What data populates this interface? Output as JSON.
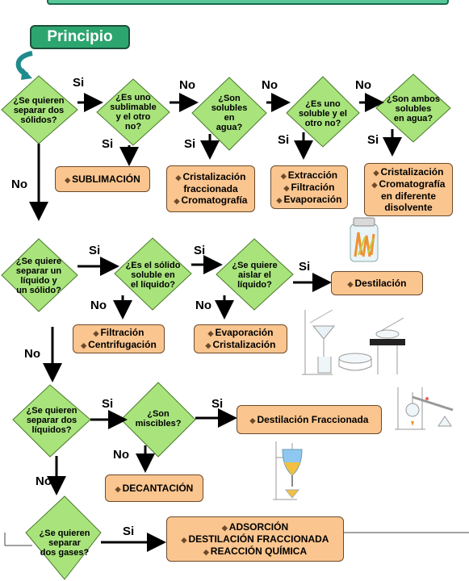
{
  "start_label": "Principio",
  "yes": "Si",
  "no": "No",
  "decisions": {
    "q1": [
      "¿Se quieren",
      "separar dos",
      "sólidos?"
    ],
    "q2": [
      "¿Es uno",
      "sublimable",
      "y el otro",
      "no?"
    ],
    "q3": [
      "¿Son",
      "solubles",
      "en",
      "agua?"
    ],
    "q4": [
      "¿Es uno",
      "soluble y el",
      "otro no?"
    ],
    "q5": [
      "¿Son ambos",
      "solubles",
      "en agua?"
    ],
    "q6": [
      "¿Se quiere",
      "separar un",
      "líquido y",
      "un sólido?"
    ],
    "q7": [
      "¿Es el sólido",
      "soluble en",
      "el líquido?"
    ],
    "q8": [
      "¿Se quiere",
      "aislar el",
      "líquido?"
    ],
    "q9": [
      "¿Se quieren",
      "separar dos",
      "líquidos?"
    ],
    "q10": [
      "¿Son",
      "miscibles?"
    ],
    "q11": [
      "¿Se quieren",
      "separar",
      "dos gases?"
    ]
  },
  "results": {
    "sublimacion": [
      "SUBLIMACIÓN"
    ],
    "cristalizacion_frac": [
      "Cristalización",
      "fraccionada",
      "Cromatografía"
    ],
    "extraccion": [
      "Extracción",
      "Filtración",
      "Evaporación"
    ],
    "cristal_cromat": [
      "Cristalización",
      "Cromatografía",
      "en diferente",
      "disolvente"
    ],
    "destilacion": [
      "Destilación"
    ],
    "filtracion": [
      "Filtración",
      "Centrifugación"
    ],
    "evaporacion": [
      "Evaporación",
      "Cristalización"
    ],
    "dest_fraccionada": [
      "Destilación Fraccionada"
    ],
    "decantacion": [
      "DECANTACIÓN"
    ],
    "adsorcion": [
      "ADSORCIÓN",
      "DESTILACIÓN FRACCIONADA",
      "REACCIÓN QUÍMICA"
    ]
  },
  "colors": {
    "diamond_fill": "#a8e37c",
    "diamond_border": "#4a7a2a",
    "box_fill": "#fac58f",
    "start_fill": "#2ca56e",
    "arrow": "#000000"
  },
  "illustrations": [
    "bottle-illustration",
    "filtration-apparatus-illustration",
    "distillation-apparatus-illustration",
    "separatory-funnel-illustration"
  ]
}
